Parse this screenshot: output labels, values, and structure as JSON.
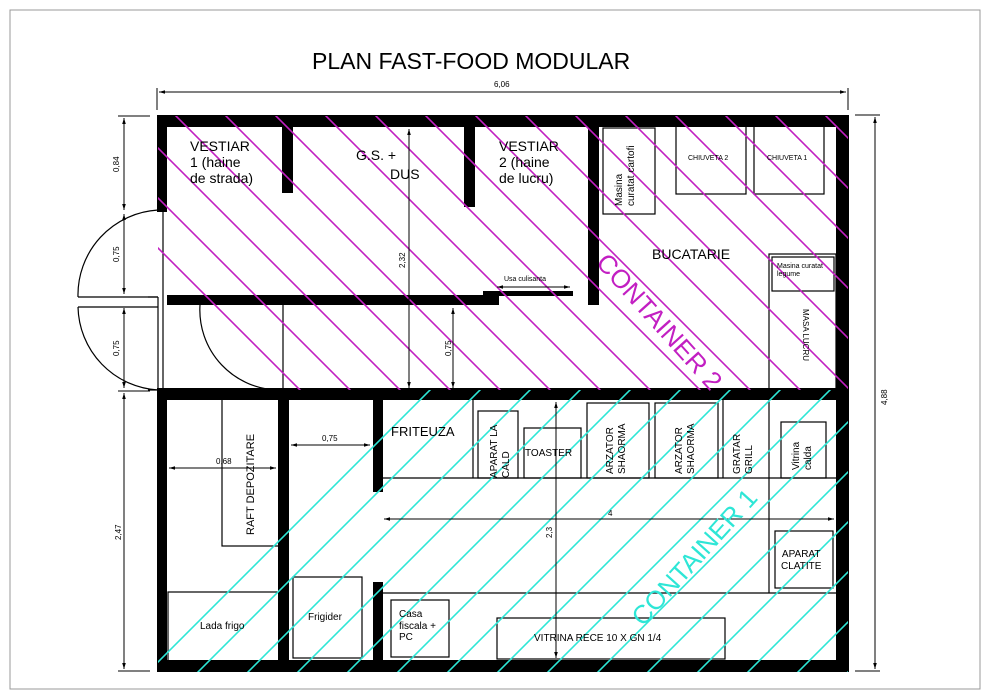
{
  "title": "PLAN FAST-FOOD MODULAR",
  "colors": {
    "wall": "#000000",
    "container1_hatch": "#2ee6d6",
    "container2_hatch": "#c21fc2",
    "sheet_border": "#999999"
  },
  "dimensions": {
    "overall_width": "6,06",
    "overall_height": "4,88",
    "left_top": "0,84",
    "left_door_1": "0,75",
    "left_door_2": "0,75",
    "left_bottom": "2,47",
    "vestiar_depth": "2,32",
    "corridor_width": "0,75",
    "storage_width": "0,68",
    "aisle_width": "0,75",
    "container1_depth": "2,3",
    "counter_length": "4"
  },
  "containers": {
    "c1": "CONTAINER 1",
    "c2": "CONTAINER 2"
  },
  "rooms": {
    "vestiar1": [
      "VESTIAR",
      "1 (haine",
      "de strada)"
    ],
    "gs_dus": [
      "G.S. +",
      "DUS"
    ],
    "vestiar2": [
      "VESTIAR",
      "2 (haine",
      "de lucru)"
    ],
    "bucatarie": "BUCATARIE",
    "usa_culisanta": "Usa culisanta"
  },
  "equipment": {
    "masina_cartofi": [
      "Masina",
      "curatat cartofi"
    ],
    "chiuveta2": "CHIUVETA 2",
    "chiuveta1": "CHIUVETA 1",
    "masina_legume": [
      "Masina curatat",
      "legume"
    ],
    "masa_lucru": "MASA LUCRU",
    "friteuza": "FRITEUZA",
    "aparat_cald": [
      "APARAT LA",
      "CALD"
    ],
    "toaster": "TOASTER",
    "arzator1": [
      "ARZATOR",
      "SHAORMA"
    ],
    "arzator2": [
      "ARZATOR",
      "SHAORMA"
    ],
    "gratar": [
      "GRATAR",
      "GRILL"
    ],
    "vitrina_calda": [
      "Vitrina",
      "calda"
    ],
    "aparat_clatite": [
      "APARAT",
      "CLATITE"
    ],
    "raft": "RAFT DEPOZITARE",
    "lada_frigo": "Lada frigo",
    "frigider": "Frigider",
    "casa_fiscala": [
      "Casa",
      "fiscala +",
      "PC"
    ],
    "vitrina_rece": "VITRINA RECE 10 X GN 1/4"
  }
}
